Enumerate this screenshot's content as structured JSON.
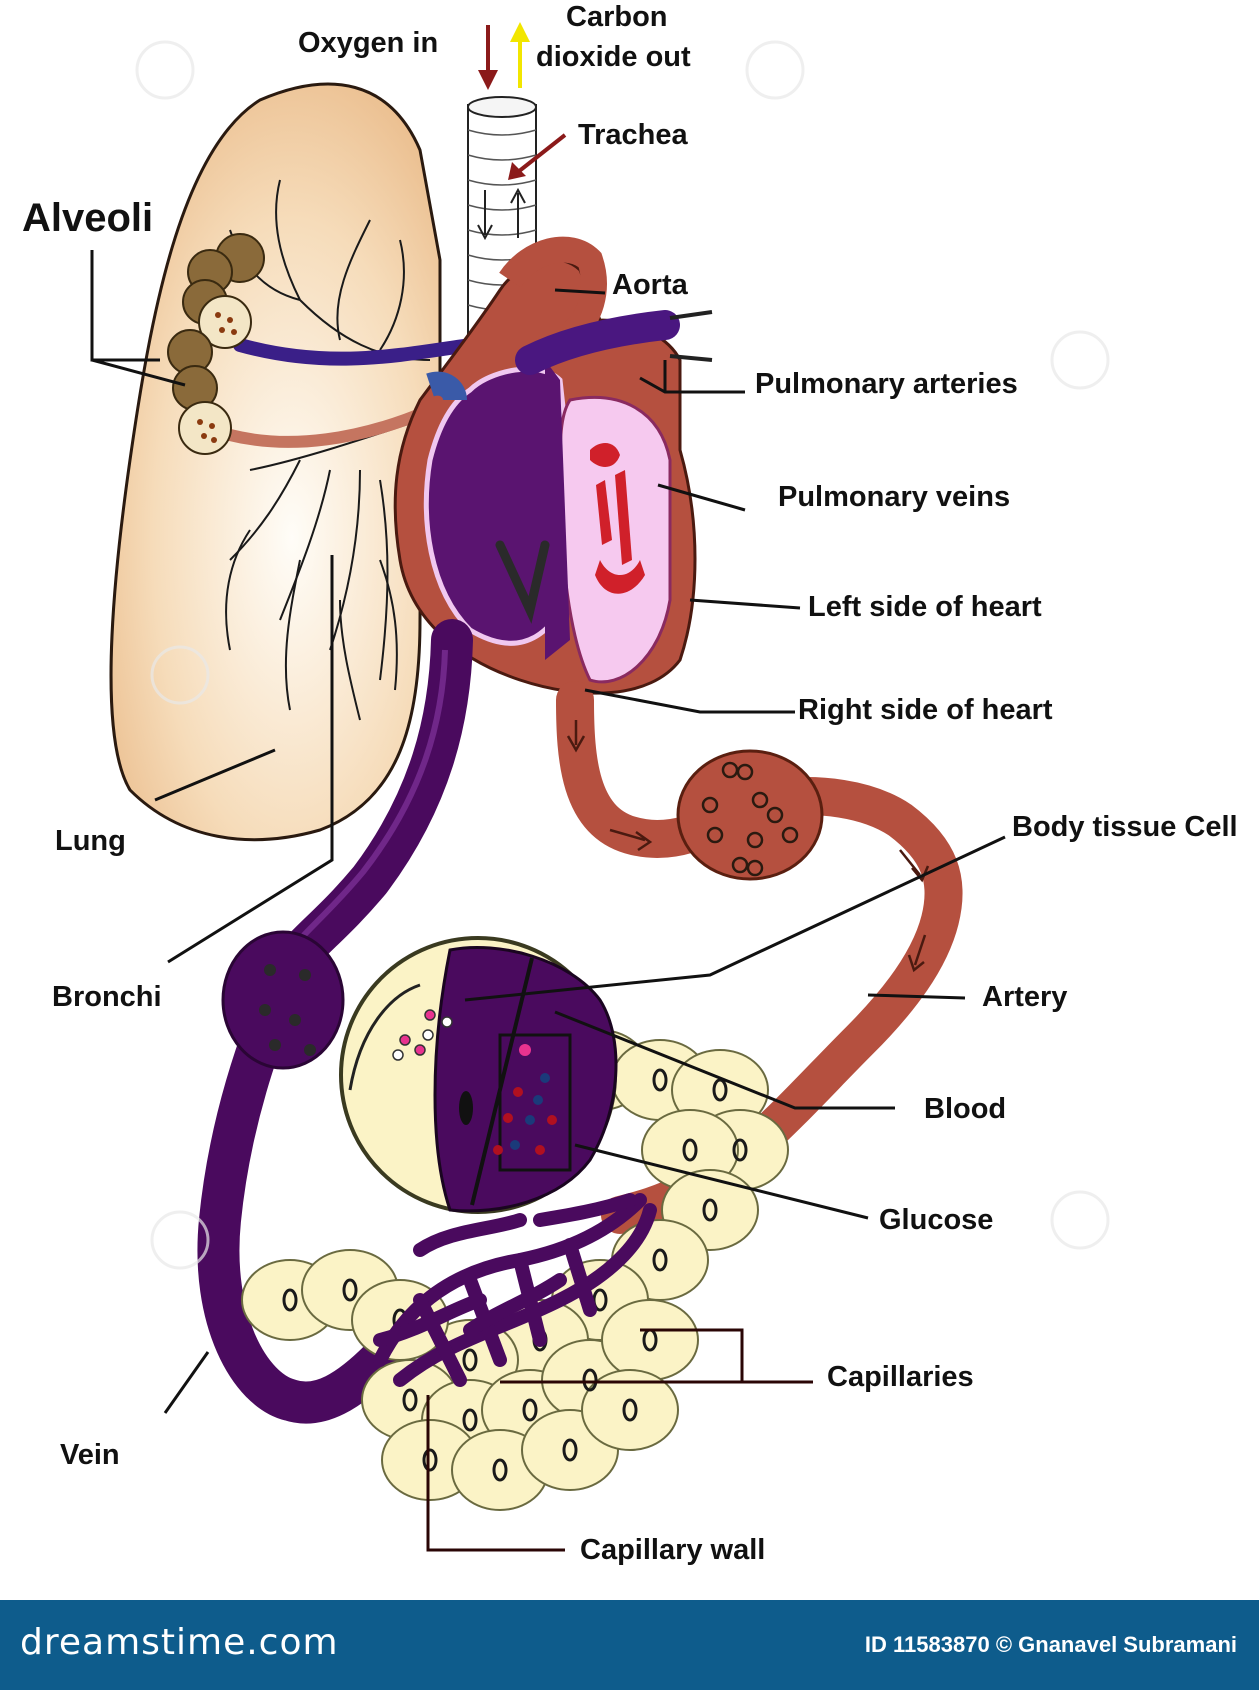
{
  "labels": {
    "oxygen_in": "Oxygen in",
    "co2_out_1": "Carbon",
    "co2_out_2": "dioxide out",
    "trachea": "Trachea",
    "alveoli": "Alveoli",
    "aorta": "Aorta",
    "pulmonary_arteries": "Pulmonary arteries",
    "pulmonary_veins": "Pulmonary veins",
    "left_heart": "Left side of heart",
    "right_heart": "Right side of heart",
    "body_tissue_cell": "Body tissue Cell",
    "lung": "Lung",
    "bronchi": "Bronchi",
    "artery": "Artery",
    "blood": "Blood",
    "glucose": "Glucose",
    "capillaries": "Capillaries",
    "vein": "Vein",
    "capillary_wall": "Capillary wall"
  },
  "footer": {
    "brand": "dreamstime.com",
    "credit": "ID 11583870 © Gnanavel Subramani"
  },
  "colors": {
    "vein_purple": "#4a0a5e",
    "artery_red": "#b5503f",
    "lung_tan": "#f3d2a8",
    "cell_cream": "#fbf3c6",
    "footer_blue": "#0e5c8c",
    "o2_arrow": "#8b1a1a",
    "co2_arrow": "#f2e600"
  }
}
